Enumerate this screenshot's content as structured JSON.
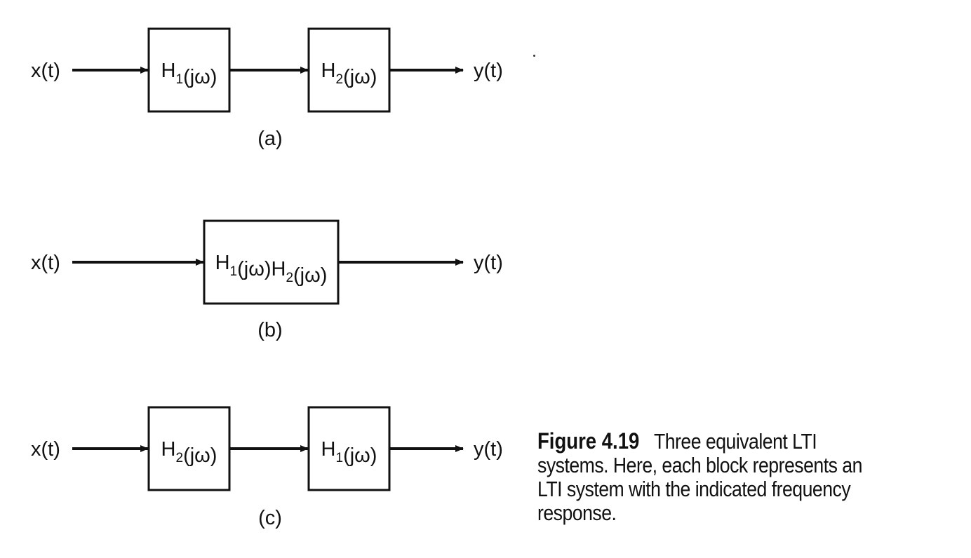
{
  "rows": [
    {
      "input": "x(t)",
      "output": "y(t)",
      "caption": "(a)",
      "blocks": [
        {
          "parts": [
            {
              "t": "H"
            },
            {
              "t": "1",
              "sub": true
            },
            {
              "t": "(jω)"
            }
          ]
        },
        {
          "parts": [
            {
              "t": "H"
            },
            {
              "t": "2",
              "sub": true
            },
            {
              "t": "(jω)"
            }
          ]
        }
      ]
    },
    {
      "input": "x(t)",
      "output": "y(t)",
      "caption": "(b)",
      "blocks": [
        {
          "parts": [
            {
              "t": "H"
            },
            {
              "t": "1",
              "sub": true
            },
            {
              "t": "(jω)H"
            },
            {
              "t": "2",
              "sub": true
            },
            {
              "t": "(jω)"
            }
          ]
        }
      ]
    },
    {
      "input": "x(t)",
      "output": "y(t)",
      "caption": "(c)",
      "blocks": [
        {
          "parts": [
            {
              "t": "H"
            },
            {
              "t": "2",
              "sub": true
            },
            {
              "t": "(jω)"
            }
          ]
        },
        {
          "parts": [
            {
              "t": "H"
            },
            {
              "t": "1",
              "sub": true
            },
            {
              "t": "(jω)"
            }
          ]
        }
      ]
    }
  ],
  "figure_caption": {
    "number": "Figure 4.19",
    "text": "Three equivalent LTI systems. Here, each block represents an LTI system with the indicated frequency response."
  }
}
